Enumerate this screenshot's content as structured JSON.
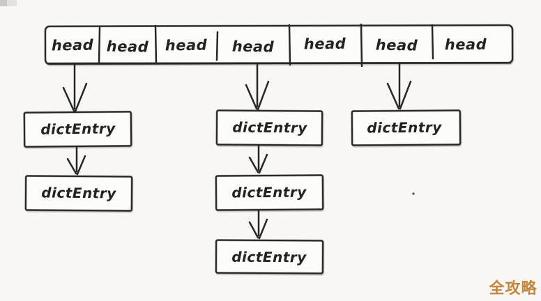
{
  "page": {
    "background_color": "#f8f7f5"
  },
  "diagram": {
    "type": "hash-table-chaining",
    "ink_color": "#272727",
    "box_fill": "#fcfcfa",
    "hash_array": {
      "cells": [
        {
          "label": "head"
        },
        {
          "label": "head"
        },
        {
          "label": "head"
        },
        {
          "label": "head"
        },
        {
          "label": "head"
        },
        {
          "label": "head"
        },
        {
          "label": "head"
        }
      ]
    },
    "columns": [
      {
        "from_cell_index": 0,
        "entries": [
          {
            "label": "dictEntry"
          },
          {
            "label": "dictEntry"
          }
        ]
      },
      {
        "from_cell_index": 3,
        "entries": [
          {
            "label": "dictEntry"
          },
          {
            "label": "dictEntry"
          },
          {
            "label": "dictEntry"
          }
        ]
      },
      {
        "from_cell_index": 5,
        "entries": [
          {
            "label": "dictEntry"
          }
        ]
      }
    ],
    "watermark": {
      "text": "全攻略",
      "color": "#c1863c"
    }
  }
}
